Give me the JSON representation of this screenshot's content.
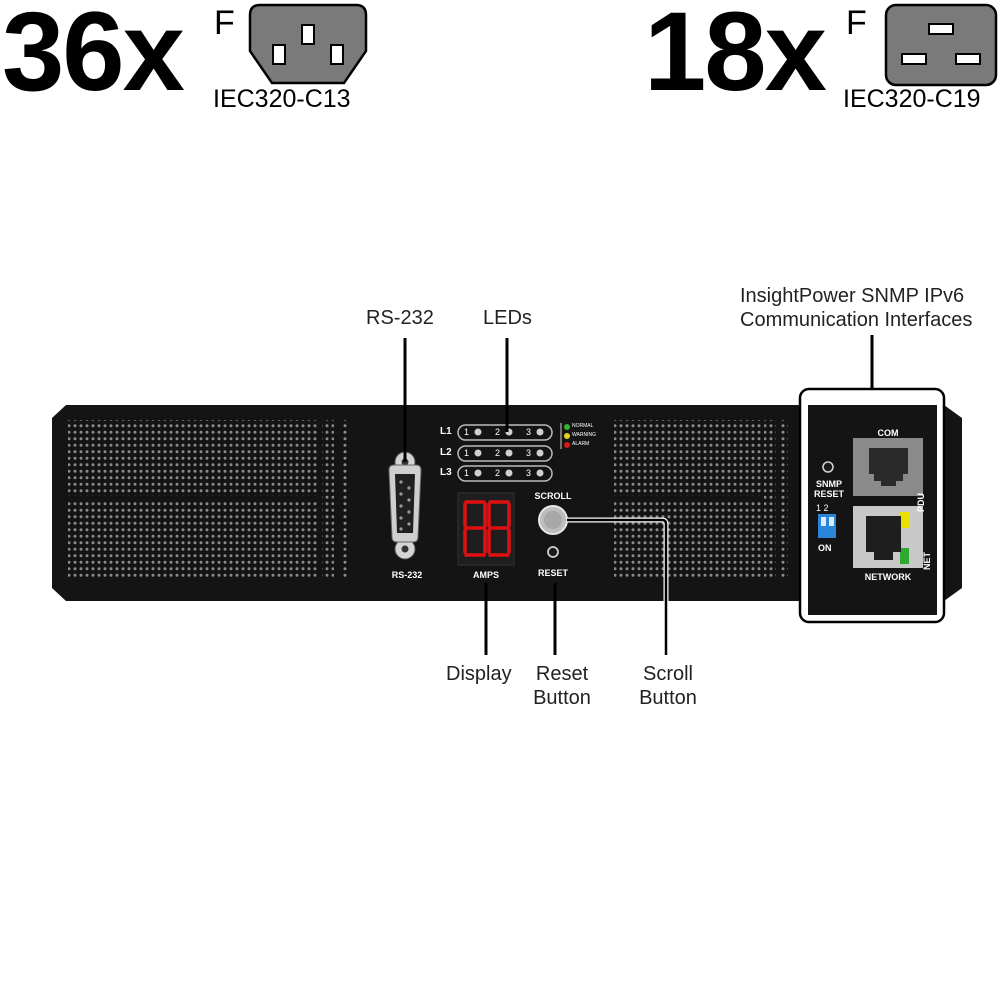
{
  "header": {
    "c13": {
      "count": "36x",
      "gender": "F",
      "standard": "IEC320-C13"
    },
    "c19": {
      "count": "18x",
      "gender": "F",
      "standard": "IEC320-C19"
    }
  },
  "callouts": {
    "rs232": "RS-232",
    "leds": "LEDs",
    "snmp_line1": "InsightPower SNMP IPv6",
    "snmp_line2": "Communication Interfaces",
    "display": "Display",
    "reset_line1": "Reset",
    "reset_line2": "Button",
    "scroll_line1": "Scroll",
    "scroll_line2": "Button"
  },
  "panel": {
    "rs232_label": "RS-232",
    "leds": {
      "rows": [
        "L1",
        "L2",
        "L3"
      ],
      "phases": [
        "1",
        "2",
        "3"
      ],
      "legend": [
        {
          "label": "NORMAL",
          "color": "#35b335"
        },
        {
          "label": "WARNING",
          "color": "#e8d020"
        },
        {
          "label": "ALARM",
          "color": "#d81818"
        }
      ]
    },
    "amps_label": "AMPS",
    "scroll_label": "SCROLL",
    "reset_label": "RESET",
    "snmp": {
      "com_label": "COM",
      "snmp_reset_line1": "SNMP",
      "snmp_reset_line2": "RESET",
      "dip_numbers": "1 2",
      "dip_on": "ON",
      "network_label": "NETWORK",
      "pdu_label": "PDU",
      "net_label": "NET"
    }
  },
  "colors": {
    "panel": "#141414",
    "outlet_grey": "#7a7a7a",
    "display_red": "#e01010",
    "dip_blue": "#2a86d8",
    "led_yellow": "#e8e000",
    "led_green": "#2fa82f"
  },
  "icons": [
    "iec-c13-outlet-icon",
    "iec-c19-outlet-icon",
    "db9-connector-icon",
    "rj45-port-icon"
  ]
}
